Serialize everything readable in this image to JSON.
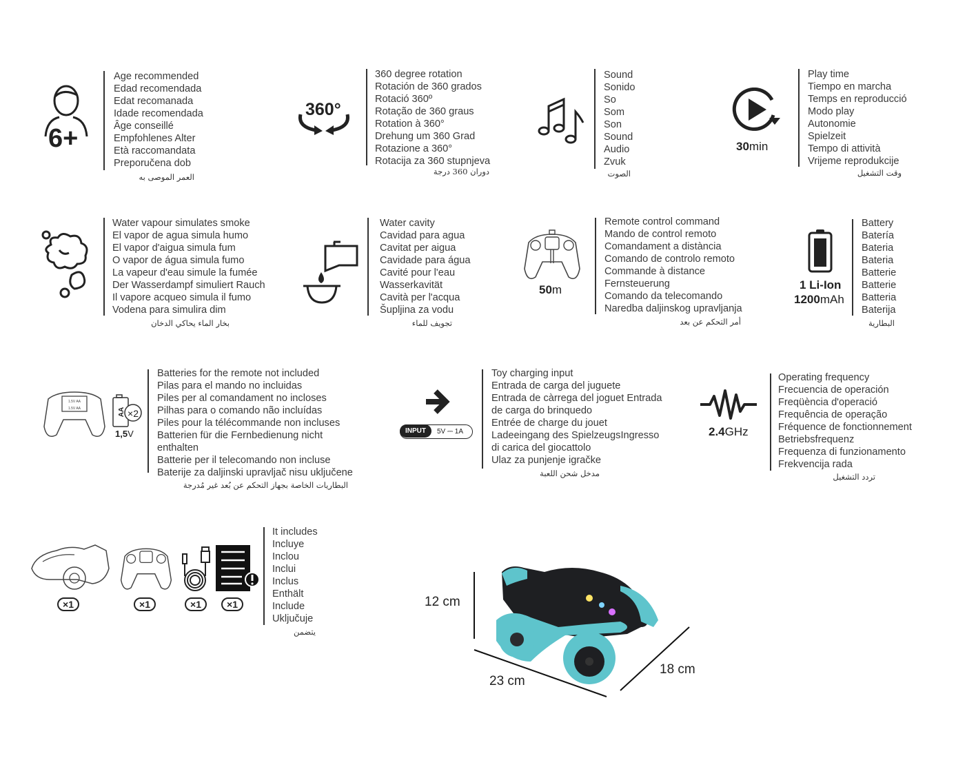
{
  "features": {
    "age": {
      "value": "6+",
      "lines": [
        "Age recommended",
        "Edad recomendada",
        "Edat recomanada",
        "Idade recomendada",
        "Âge conseillé",
        "Empfohlenes Alter",
        "Età raccomandata",
        "Preporučena dob"
      ],
      "arabic": "العمر الموصى به"
    },
    "rotation": {
      "value": "360°",
      "lines": [
        "360 degree rotation",
        "Rotación de 360 grados",
        "Rotació 360º",
        "Rotação de 360 graus",
        "Rotation à 360°",
        "Drehung um 360 Grad",
        "Rotazione a 360°",
        "Rotacija za 360 stupnjeva"
      ],
      "arabic": "دوران 360 درجة"
    },
    "sound": {
      "lines": [
        "Sound",
        "Sonido",
        "So",
        "Som",
        "Son",
        "Sound",
        "Audio",
        "Zvuk"
      ],
      "arabic": "الصوت"
    },
    "playtime": {
      "value_bold": "30",
      "value_unit": "min",
      "lines": [
        "Play time",
        "Tiempo en marcha",
        "Temps en reproducció",
        "Modo play",
        "Autonomie",
        "Spielzeit",
        "Tempo di attività",
        "Vrijeme reprodukcije"
      ],
      "arabic": "وقت التشغيل"
    },
    "vapour": {
      "lines": [
        "Water vapour simulates smoke",
        "El vapor de agua simula humo",
        "El vapor d'aigua simula fum",
        "O vapor de água simula fumo",
        "La vapeur d'eau simule la fumée",
        "Der Wasserdampf simuliert Rauch",
        "Il vapore acqueo simula il fumo",
        "Vodena para simulira dim"
      ],
      "arabic": "بخار الماء يحاكي الدخان"
    },
    "water": {
      "lines": [
        "Water cavity",
        "Cavidad para agua",
        "Cavitat per aigua",
        "Cavidade para água",
        "Cavité pour l'eau",
        "Wasserkavität",
        "Cavità per l'acqua",
        "Šupljina za vodu"
      ],
      "arabic": "تجويف للماء"
    },
    "remote": {
      "value_bold": "50",
      "value_unit": "m",
      "lines": [
        "Remote control command",
        "Mando de control remoto",
        "Comandament a distància",
        "Comando de controlo remoto",
        "Commande à distance",
        "Fernsteuerung",
        "Comando da telecomando",
        "Naredba daljinskog upravljanja"
      ],
      "arabic": "أمر التحكم عن بعد"
    },
    "battery": {
      "value_line1": "1 Li-Ion",
      "value_bold": "1200",
      "value_unit": "mAh",
      "lines": [
        "Battery",
        "Batería",
        "Bateria",
        "Bateria",
        "Batterie",
        "Batterie",
        "Batteria",
        "Baterija"
      ],
      "arabic": "البطارية"
    },
    "remote_batteries": {
      "battery_type": "AA",
      "count": "×2",
      "voltage_bold": "1,5",
      "voltage_unit": "V",
      "cell_label": "1.5V AA",
      "lines": [
        "Batteries for the remote not included",
        "Pilas para el mando no incluidas",
        "Piles per al comandament no incloses",
        "Pilhas para o comando não incluídas",
        "Piles pour la télécommande non incluses",
        "Batterien für die Fernbedienung nicht",
        "enthalten",
        "Batterie per il telecomando non incluse",
        "Baterije za daljinski upravljač nisu uključene"
      ],
      "arabic": "البطاريات الخاصة بجهاز التحكم عن بُعد غير مُدرجة"
    },
    "charging": {
      "input_label": "INPUT",
      "input_spec": "5V ⎓ 1A",
      "lines": [
        "Toy charging input",
        "Entrada de carga del juguete",
        "Entrada de càrrega del joguet  Entrada",
        "de carga do brinquedo",
        "Entrée de charge du jouet",
        "Ladeeingang des SpielzeugsIngresso",
        "di carica del giocattolo",
        "Ulaz za punjenje igračke"
      ],
      "arabic": "مدخل شحن اللعبة"
    },
    "frequency": {
      "value_bold": "2.4",
      "value_unit": "GHz",
      "lines": [
        "Operating frequency",
        "Frecuencia de operación",
        "Freqüència d'operació",
        "Frequência de operação",
        "Fréquence de fonctionnement",
        "Betriebsfrequenz",
        "Frequenza di funzionamento",
        "Frekvencija rada"
      ],
      "arabic": "تردد التشغيل"
    },
    "includes": {
      "quantities": [
        "×1",
        "×1",
        "×1",
        "×1"
      ],
      "lines": [
        "It includes",
        "Incluye",
        "Inclou",
        "Inclui",
        "Inclus",
        "Enthält",
        "Include",
        "Uključuje"
      ],
      "arabic": "يتضمن"
    }
  },
  "dimensions": {
    "height": "12 cm",
    "length": "23 cm",
    "width": "18 cm"
  },
  "colors": {
    "accent": "#5ec4cc",
    "text": "#3a3a3a",
    "dark": "#222222"
  }
}
